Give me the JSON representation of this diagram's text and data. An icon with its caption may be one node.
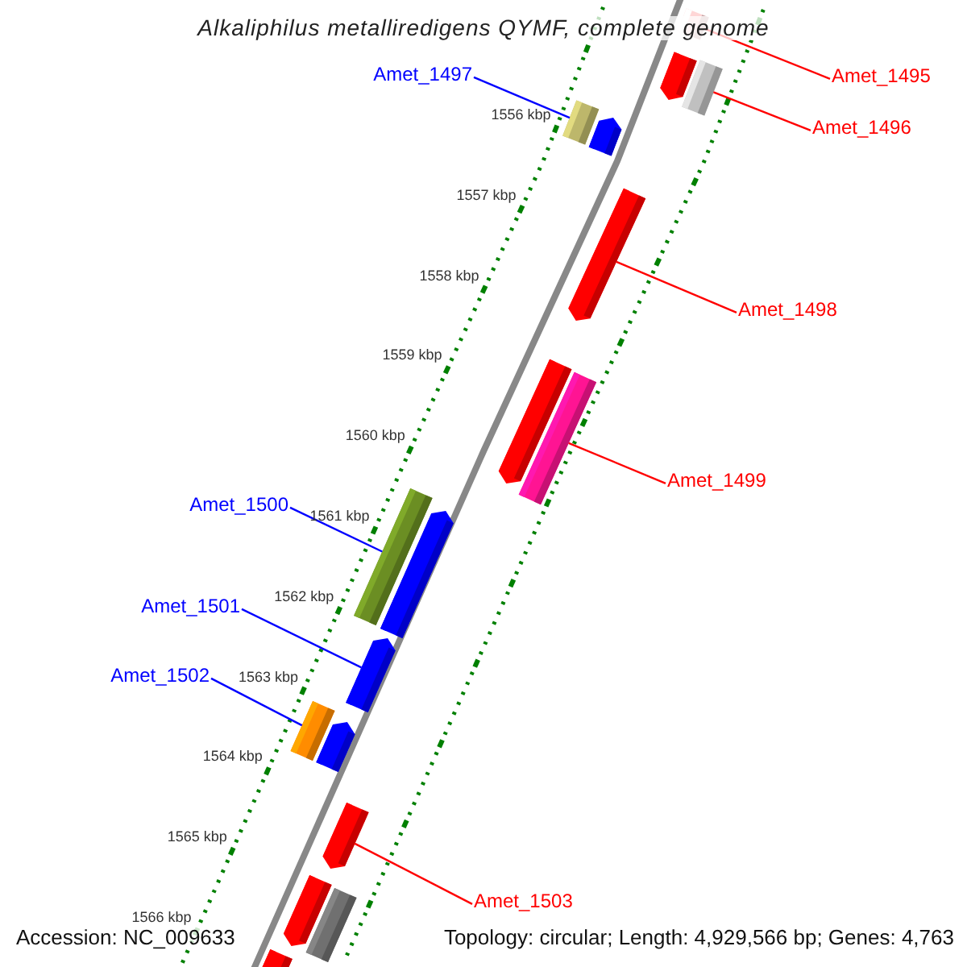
{
  "diagram": {
    "title": "Alkaliphilus metalliredigens QYMF, complete genome",
    "nodes": [
      {
        "text": [
          "Amet_1497"
        ]
      },
      {
        "text": [
          "Amet_1495"
        ]
      },
      {
        "text": [
          "Amet_1496"
        ]
      },
      {
        "text": [
          "Amet_1498"
        ]
      },
      {
        "text": [
          "Amet_1499"
        ]
      },
      {
        "text": [
          "Amet_1500"
        ]
      },
      {
        "text": [
          "Amet_1501"
        ]
      },
      {
        "text": [
          "Amet_1502"
        ]
      },
      {
        "text": [
          "Amet_1503"
        ]
      },
      {
        "text": [],
        "shape": "bar"
      },
      {
        "text": [],
        "shape": "pentagon"
      },
      {
        "text": [],
        "shape": "bar"
      },
      {
        "text": [],
        "shape": "bar"
      },
      {
        "text": [],
        "shape": "pentagon"
      },
      {
        "text": [],
        "shape": "pentagon"
      },
      {
        "text": [],
        "shape": "pentagon"
      },
      {
        "text": [],
        "shape": "bar"
      },
      {
        "text": [],
        "shape": "bar"
      },
      {
        "text": [],
        "shape": "pentagon"
      },
      {
        "text": [],
        "shape": "pentagon"
      },
      {
        "text": [],
        "shape": "bar"
      },
      {
        "text": [],
        "shape": "pentagon"
      },
      {
        "text": [],
        "shape": "pentagon"
      },
      {
        "text": [],
        "shape": "pentagon"
      },
      {
        "text": [],
        "shape": "bar"
      },
      {
        "text": [],
        "shape": "pentagon"
      }
    ],
    "edges": [
      {
        "from": 0,
        "to": 12,
        "arrow": "none",
        "color": "#0000ff"
      },
      {
        "from": 1,
        "to": 9,
        "arrow": "none"
      },
      {
        "from": 2,
        "to": 11,
        "arrow": "none"
      },
      {
        "from": 3,
        "to": 14,
        "arrow": "none"
      },
      {
        "from": 4,
        "to": 16,
        "arrow": "none"
      },
      {
        "from": 5,
        "to": 17,
        "arrow": "none",
        "color": "#0000ff"
      },
      {
        "from": 6,
        "to": 19,
        "arrow": "none",
        "color": "#0000ff"
      },
      {
        "from": 7,
        "to": 20,
        "arrow": "none",
        "color": "#0000ff"
      },
      {
        "from": 8,
        "to": 22,
        "arrow": "none"
      }
    ],
    "labels": [
      "1556 kbp",
      "1557 kbp",
      "1558 kbp",
      "1559 kbp",
      "1560 kbp",
      "1561 kbp",
      "1562 kbp",
      "1563 kbp",
      "1564 kbp",
      "1565 kbp",
      "1566 kbp",
      "Accession: NC_009633",
      "Topology: circular; Length: 4,929,566 bp; Genes: 4,763"
    ]
  }
}
